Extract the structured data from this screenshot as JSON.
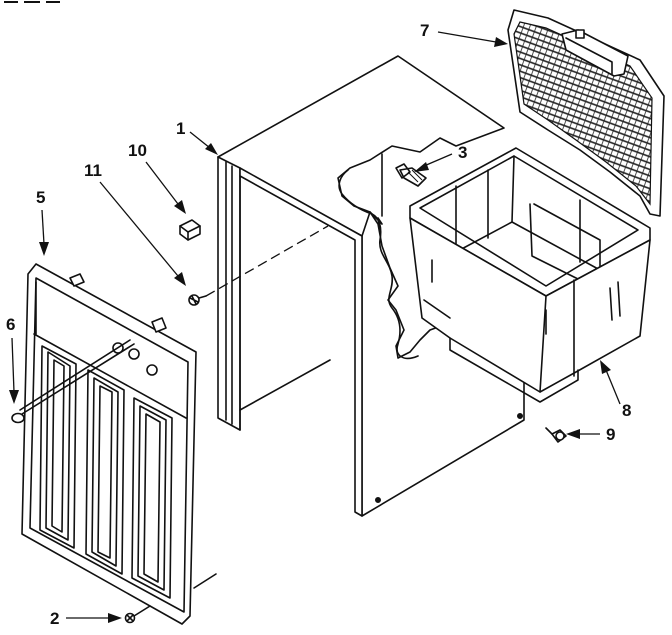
{
  "callouts": {
    "c1": "1",
    "c2": "2",
    "c3": "3",
    "c5": "5",
    "c6": "6",
    "c7": "7",
    "c8": "8",
    "c9": "9",
    "c10": "10",
    "c11": "11"
  }
}
